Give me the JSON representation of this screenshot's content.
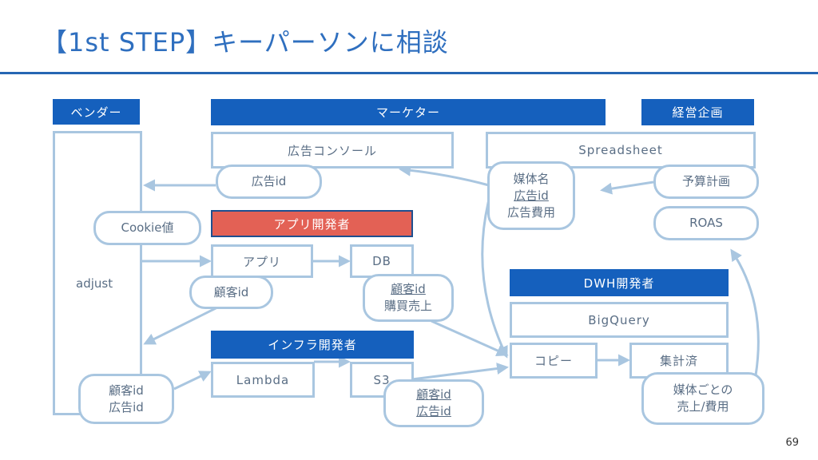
{
  "title": "【1st STEP】キーパーソンに相談",
  "page_number": "69",
  "headers": {
    "vendor": "ベンダー",
    "marketer": "マーケター",
    "planning": "経営企画",
    "app_dev": "アプリ開発者",
    "dwh_dev": "DWH開発者",
    "infra_dev": "インフラ開発者"
  },
  "boxes": {
    "adjust": "adjust",
    "ad_console": "広告コンソール",
    "spreadsheet": "Spreadsheet",
    "app": "アプリ",
    "db": "DB",
    "bigquery": "BigQuery",
    "copy": "コピー",
    "aggregated": "集計済",
    "lambda": "Lambda",
    "s3": "S3"
  },
  "pills": {
    "ad_id": "広告id",
    "cookie": "Cookie値",
    "customer_id": "顧客id",
    "media_lines": [
      "媒体名",
      "広告id",
      "広告費用"
    ],
    "db_data_lines": [
      "顧客id",
      "購買売上"
    ],
    "budget": "予算計画",
    "roas": "ROAS",
    "vendor_ids_lines": [
      "顧客id",
      "広告id"
    ],
    "s3_ids_lines": [
      "顧客id",
      "広告id"
    ],
    "media_sales_lines": [
      "媒体ごとの",
      "売上/費用"
    ]
  },
  "colors": {
    "title": "#2f6fbf",
    "header_blue": "#1560bd",
    "header_red": "#e36155",
    "box_border": "#a9c6e0",
    "arrow": "#a9c6e0"
  }
}
